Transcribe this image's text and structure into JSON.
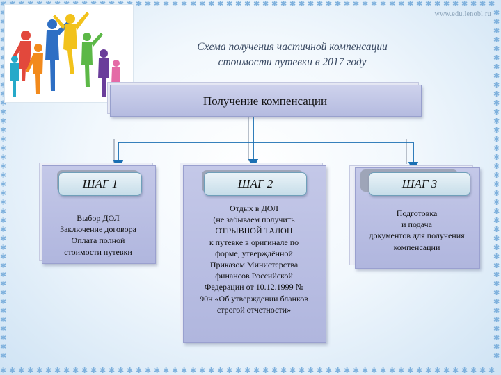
{
  "site": "www.edu.lenobl.ru",
  "title": {
    "line1": "Схема получения частичной компенсации",
    "line2": "стоимости путевки  в 2017 году"
  },
  "main_node": "Получение компенсации",
  "steps": [
    {
      "label": "ШАГ 1",
      "lines": [
        "Выбор ДОЛ",
        "Заключение договора",
        "Оплата полной",
        "стоимости путевки"
      ]
    },
    {
      "label": "ШАГ 2",
      "lines": [
        "Отдых в ДОЛ",
        "(не забываем  получить",
        "ОТРЫВНОЙ ТАЛОН",
        "к путевке в оригинале по",
        "форме, утверждённой",
        "Приказом Министерства",
        "финансов Российской",
        "Федерации  от 10.12.1999 №",
        "90н «Об утверждении бланков",
        "строгой отчетности»"
      ]
    },
    {
      "label": "ШАГ 3",
      "lines": [
        "Подготовка",
        "и подача",
        "документов для получения",
        "компенсации"
      ]
    }
  ],
  "colors": {
    "background": "#e8f1fa",
    "box_fill": "#b7bde2",
    "arrow": "#1a6fb3",
    "pill": "#d6e8f1"
  },
  "icons": [
    "people-silhouettes-logo",
    "star-border"
  ]
}
